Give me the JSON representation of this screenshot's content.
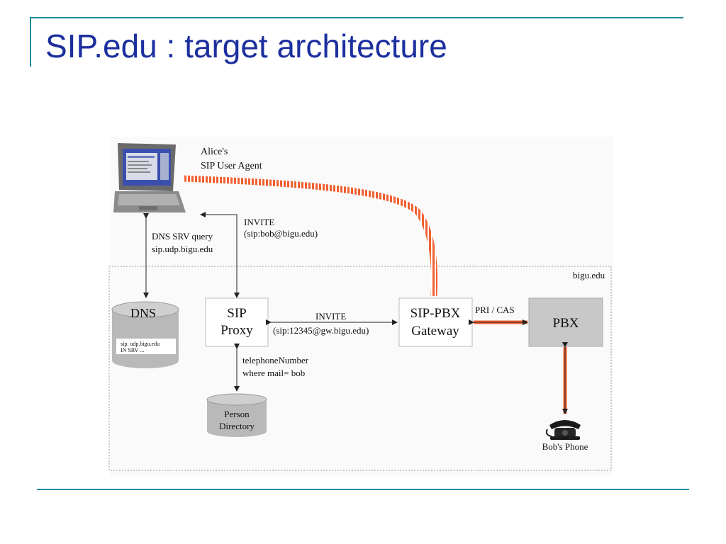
{
  "slide": {
    "title": "SIP.edu : target architecture"
  },
  "diagram": {
    "alice_label_line1": "Alice's",
    "alice_label_line2": "SIP User Agent",
    "dns_srv_line1": "DNS SRV query",
    "dns_srv_line2": "sip.udp.bigu.edu",
    "invite1_line1": "INVITE",
    "invite1_line2": "(sip:bob@bigu.edu)",
    "domain_label": "bigu.edu",
    "dns_label": "DNS",
    "dns_record_line1": "sip. udp.bigu.edu",
    "dns_record_line2": "IN SRV ...",
    "sip_proxy_line1": "SIP",
    "sip_proxy_line2": "Proxy",
    "invite2_line1": "INVITE",
    "invite2_line2": "(sip:12345@gw.bigu.edu)",
    "gateway_line1": "SIP-PBX",
    "gateway_line2": "Gateway",
    "pri_cas_label": "PRI / CAS",
    "pbx_label": "PBX",
    "lookup_line1": "telephoneNumber",
    "lookup_line2": "where mail=  bob",
    "person_dir_line1": "Person",
    "person_dir_line2": "Directory",
    "bobs_phone_label": "Bob's Phone",
    "colors": {
      "title": "#1c2f9e",
      "rule": "#1a8aa0",
      "link": "#f06030",
      "cylinder": "#b9b9b9",
      "pbx_box": "#c8c8c8"
    }
  }
}
